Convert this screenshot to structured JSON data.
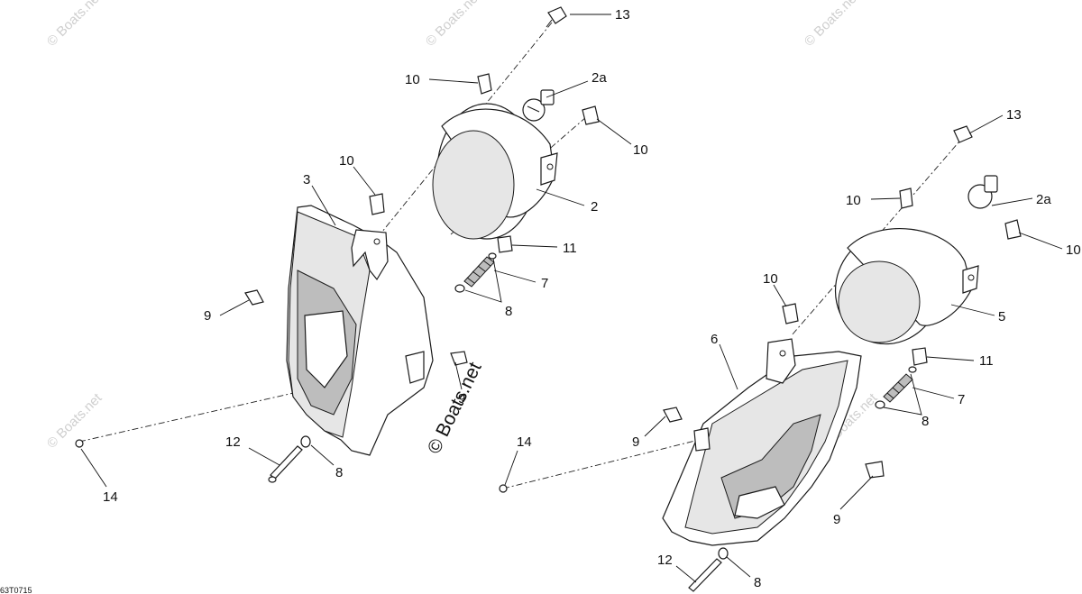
{
  "watermark": {
    "main": "© Boats.net",
    "faint": "© Boats.net"
  },
  "drawing_code": "63T0715",
  "callouts": {
    "left_unit": {
      "n13": "13",
      "n10_top": "10",
      "n2a": "2a",
      "n10_right": "10",
      "n10_left": "10",
      "n3": "3",
      "n2": "2",
      "n11": "11",
      "n7": "7",
      "n8_spring": "8",
      "n9_left": "9",
      "n9_right": "9",
      "n12": "12",
      "n8_bottom": "8",
      "n14": "14"
    },
    "right_unit": {
      "n13": "13",
      "n10_top": "10",
      "n2a": "2a",
      "n10_right": "10",
      "n10_left": "10",
      "n6": "6",
      "n5": "5",
      "n11": "11",
      "n7": "7",
      "n8_spring": "8",
      "n9_left": "9",
      "n9_right": "9",
      "n14": "14",
      "n12": "12",
      "n8_bottom": "8"
    }
  }
}
